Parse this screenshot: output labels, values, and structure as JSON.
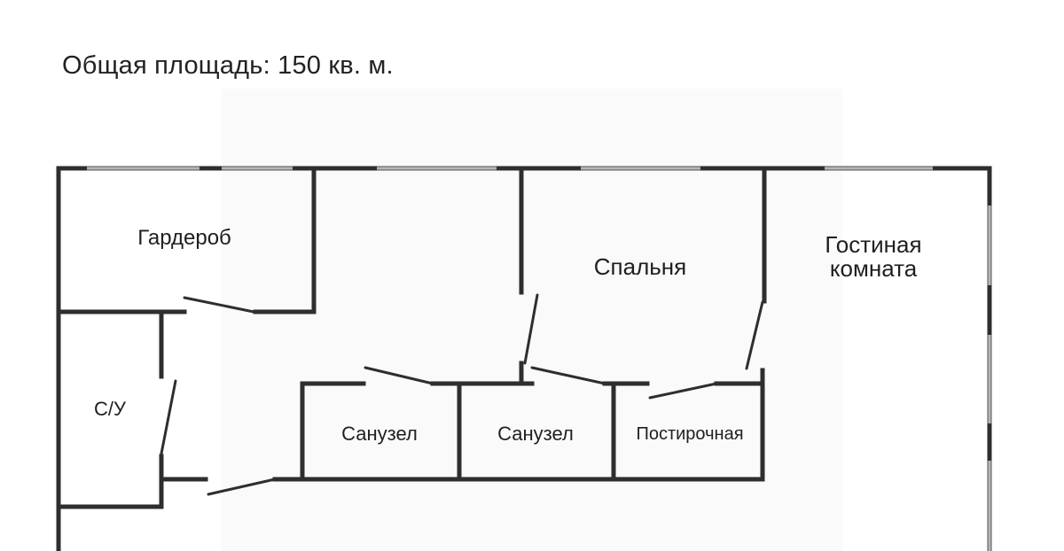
{
  "header": {
    "total_area": "Общая площадь: 150 кв. м."
  },
  "rooms": {
    "wardrobe": "Гардероб",
    "bedroom": "Спальня",
    "living_room_line1": "Гостиная",
    "living_room_line2": "комната",
    "wc": "С/У",
    "bathroom_1": "Санузел",
    "bathroom_2": "Санузел",
    "laundry": "Постирочная"
  },
  "colors": {
    "wall": "#2e2e2e",
    "window": "#b5b5b5",
    "text": "#1f1f1f"
  }
}
